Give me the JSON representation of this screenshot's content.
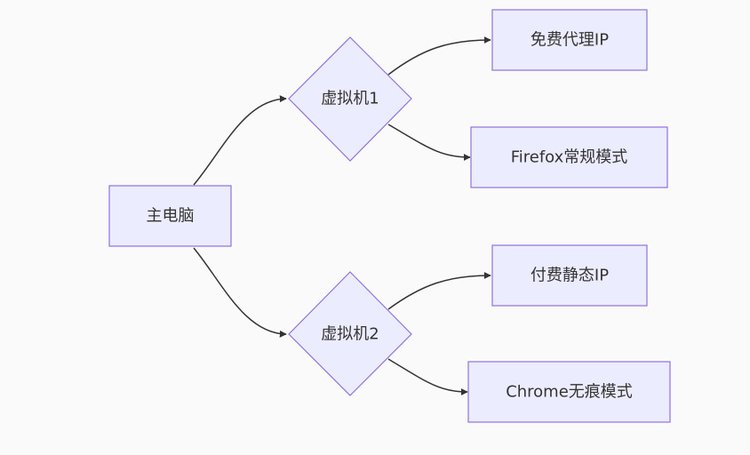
{
  "diagram": {
    "type": "flowchart",
    "direction": "left-to-right",
    "style": {
      "node_fill": "#ececff",
      "node_stroke": "#9370db",
      "edge_color": "#333333",
      "text_color": "#333333",
      "background": "#fafafa"
    },
    "nodes": {
      "main": {
        "label": "主电脑",
        "shape": "rect"
      },
      "vm1": {
        "label": "虚拟机1",
        "shape": "diamond"
      },
      "vm2": {
        "label": "虚拟机2",
        "shape": "diamond"
      },
      "free_ip": {
        "label": "免费代理IP",
        "shape": "rect"
      },
      "firefox": {
        "label": "Firefox常规模式",
        "shape": "rect"
      },
      "paid_ip": {
        "label": "付费静态IP",
        "shape": "rect"
      },
      "chrome": {
        "label": "Chrome无痕模式",
        "shape": "rect"
      }
    },
    "edges": [
      {
        "from": "main",
        "to": "vm1"
      },
      {
        "from": "main",
        "to": "vm2"
      },
      {
        "from": "vm1",
        "to": "free_ip"
      },
      {
        "from": "vm1",
        "to": "firefox"
      },
      {
        "from": "vm2",
        "to": "paid_ip"
      },
      {
        "from": "vm2",
        "to": "chrome"
      }
    ]
  }
}
